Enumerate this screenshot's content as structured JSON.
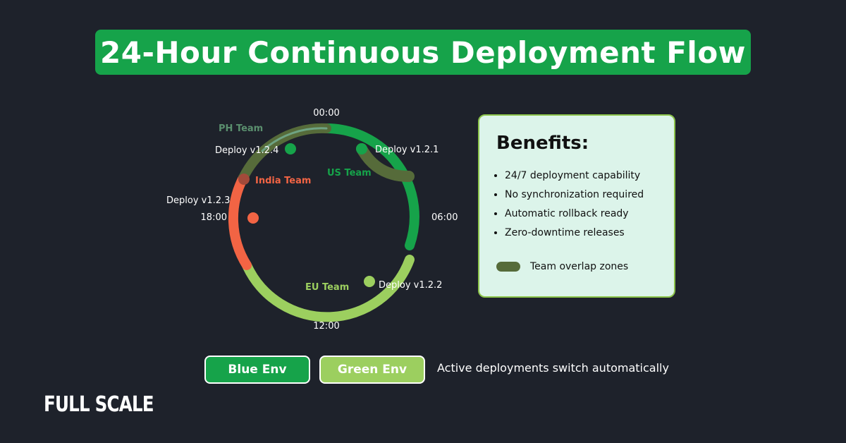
{
  "title": "24-Hour Continuous Deployment Flow",
  "clock": {
    "times": {
      "top": "00:00",
      "right": "06:00",
      "bottom": "12:00",
      "left": "18:00"
    },
    "teams": [
      {
        "name": "PH Team",
        "color": "#5a8f6e"
      },
      {
        "name": "US Team",
        "color": "#16a34a"
      },
      {
        "name": "India Team",
        "color": "#f26444"
      },
      {
        "name": "EU Team",
        "color": "#9ccf5f"
      }
    ],
    "deploys": [
      {
        "label": "Deploy v1.2.1",
        "color": "#16a34a"
      },
      {
        "label": "Deploy v1.2.2",
        "color": "#9ccf5f"
      },
      {
        "label": "Deploy v1.2.3",
        "color": "#f26444"
      },
      {
        "label": "Deploy v1.2.4",
        "color": "#16a34a"
      }
    ]
  },
  "benefits": {
    "heading": "Benefits:",
    "items": [
      "24/7 deployment capability",
      "No synchronization required",
      "Automatic rollback ready",
      "Zero-downtime releases"
    ],
    "legend": "Team overlap zones"
  },
  "environments": {
    "blue": "Blue Env",
    "green": "Green Env",
    "note": "Active deployments switch automatically"
  },
  "logo": "FULL SCALE",
  "colors": {
    "us": "#16a34a",
    "eu": "#9ccf5f",
    "india": "#f26444",
    "ph": "#5a8f6e",
    "overlap": "#566b3a"
  }
}
